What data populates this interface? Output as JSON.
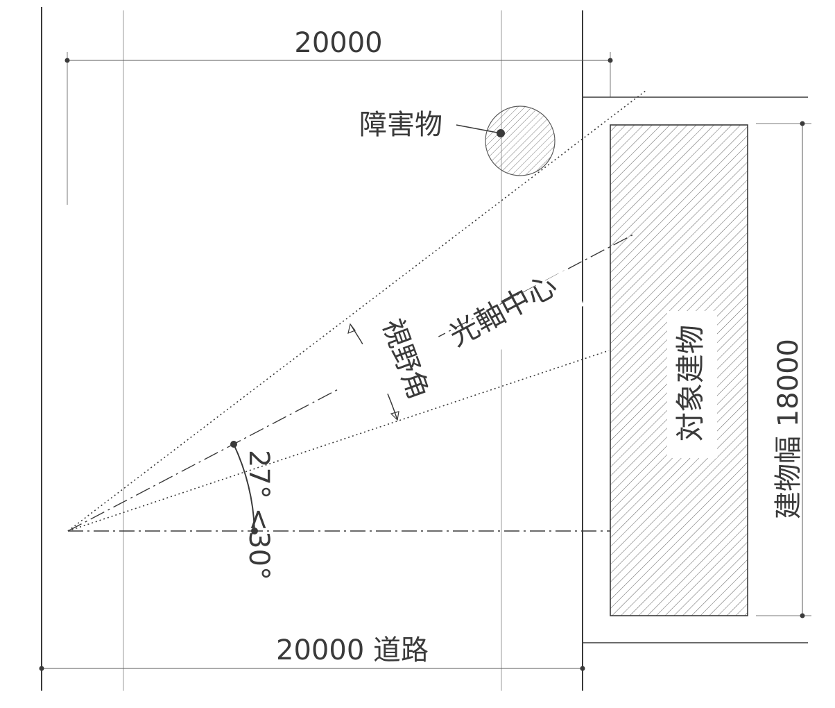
{
  "labels": {
    "top_width": "20000",
    "obstacle": "障害物",
    "field_of_view": "視野角",
    "optical_axis": "光軸中心",
    "target_building": "対象建物",
    "angle": "27° <30°",
    "building_width": "建物幅 18000",
    "bottom_width": "20000 道路"
  },
  "colors": {
    "line": "#3a3a3a",
    "thin_line": "#7a7a7a",
    "hatch": "#6a6a6a"
  }
}
